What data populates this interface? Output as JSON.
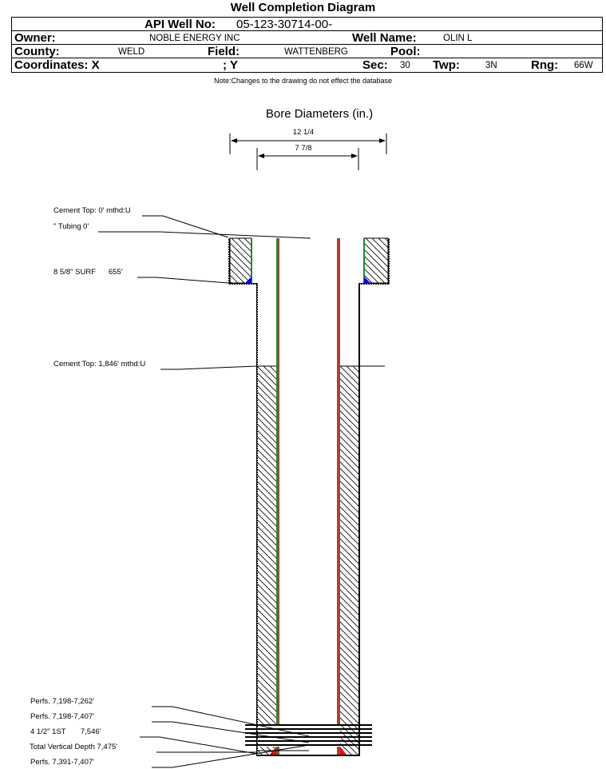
{
  "title": "Well Completion Diagram",
  "header": {
    "api_label": "API Well No:",
    "api_value": "05-123-30714-00-",
    "owner_label": "Owner:",
    "owner_value": "NOBLE ENERGY INC",
    "well_name_label": "Well Name:",
    "well_name_value": "OLIN L",
    "county_label": "County:",
    "county_value": "WELD",
    "field_label": "Field:",
    "field_value": "WATTENBERG",
    "pool_label": "Pool:",
    "pool_value": "",
    "coord_x_label": "Coordinates: X",
    "coord_y_label": "; Y",
    "sec_label": "Sec:",
    "sec_value": "30",
    "twp_label": "Twp:",
    "twp_value": "3N",
    "rng_label": "Rng:",
    "rng_value": "66W"
  },
  "note": "Note:Changes to the drawing do not effect the database",
  "bore": {
    "title": "Bore Diameters (in.)",
    "diameters": [
      "12 1/4",
      "7 7/8"
    ]
  },
  "labels": {
    "cement_top_surface": "Cement Top: 0' mthd:U",
    "tubing": "\" Tubing 0'",
    "surface_casing": "8 5/8\" SURF      655'",
    "cement_top_production": "Cement Top: 1,846' mthd:U",
    "perfs_1": "Perfs. 7,198-7,262'",
    "perfs_2": "Perfs. 7,198-7,407'",
    "production_casing": "4 1/2\" 1ST       7,546'",
    "total_vertical_depth": "Total Vertical Depth 7,475'",
    "perfs_3": "Perfs. 7,391-7,407'"
  },
  "colors": {
    "casing": "#8b3a1a",
    "casing_edge": "#1e8a2e",
    "shoe_surface": "#0000ff",
    "shoe_production": "#ff0000"
  }
}
